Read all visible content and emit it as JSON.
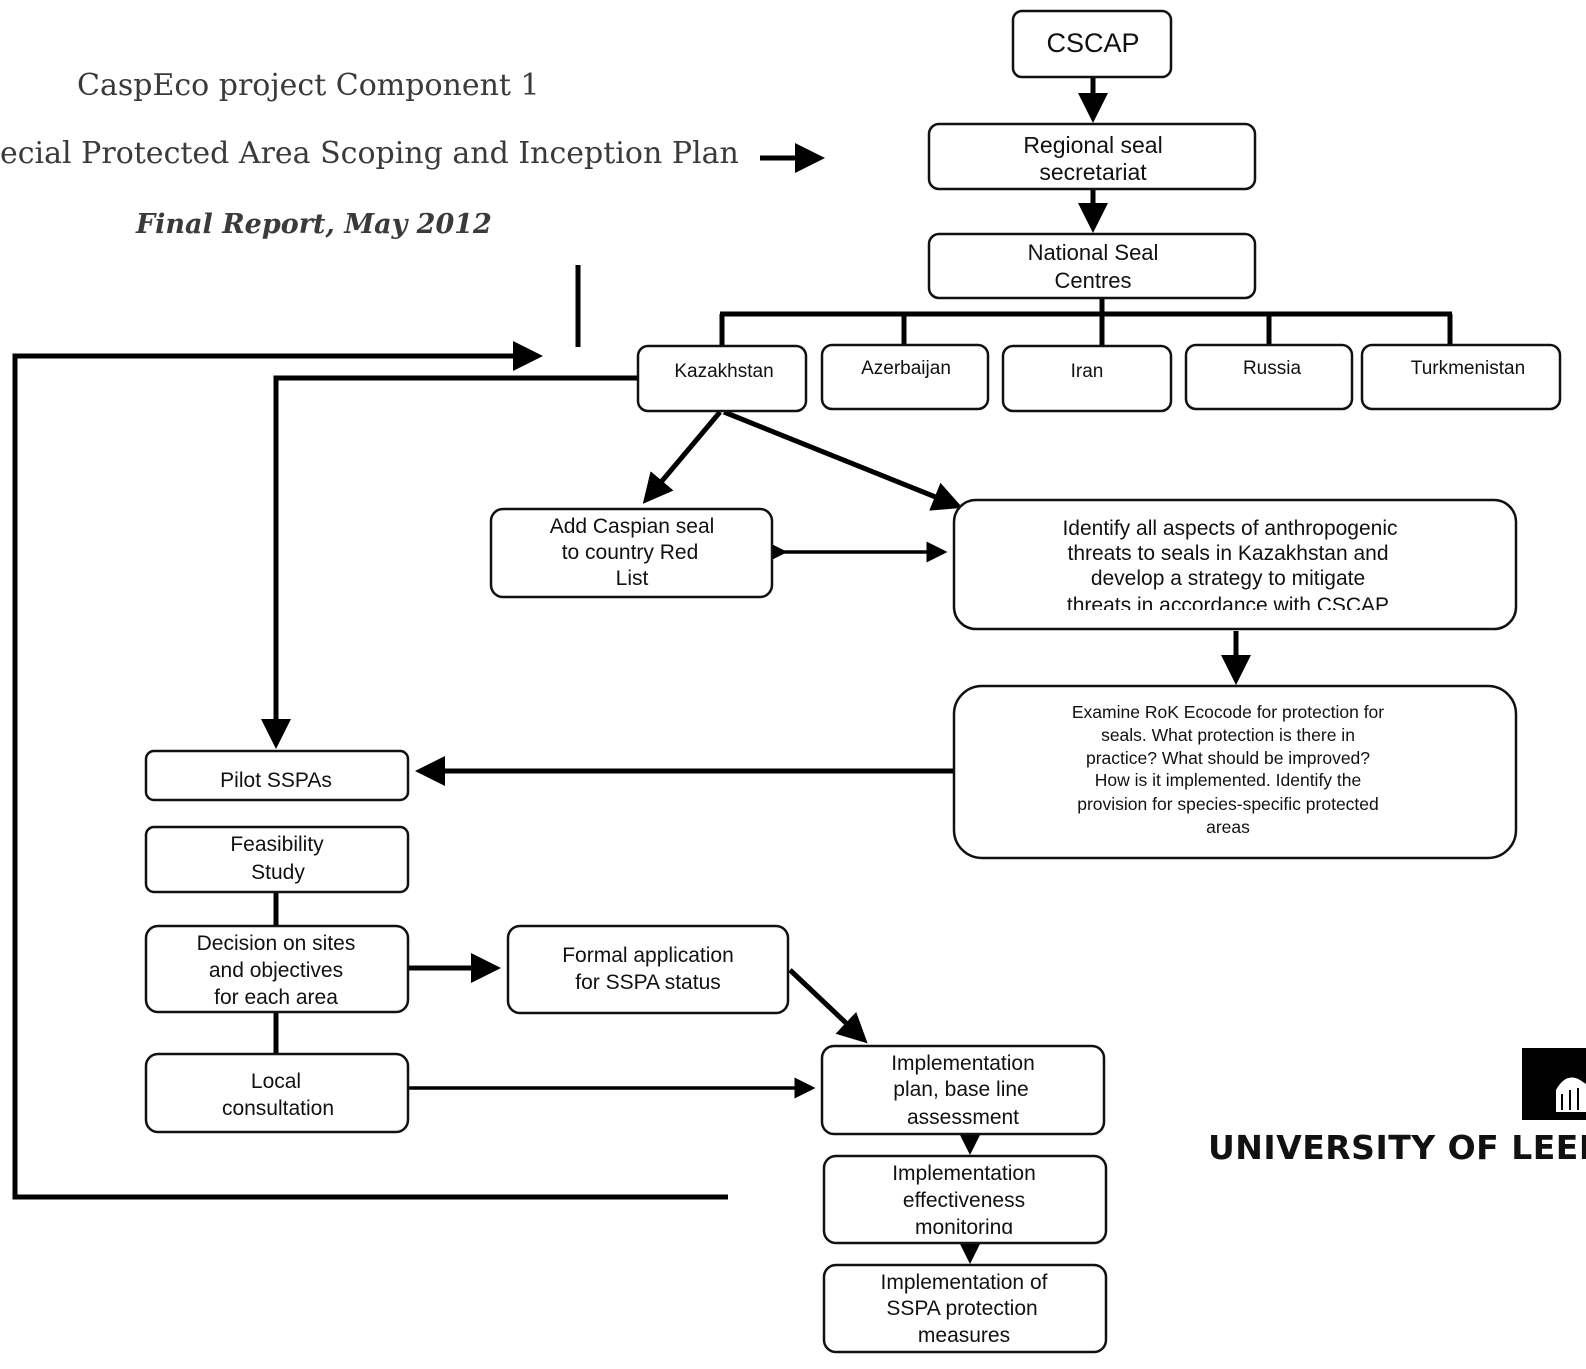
{
  "header": {
    "project": "CaspEco project Component 1",
    "plan": "ecial Protected Area Scoping and Inception Plan",
    "report": "Final Report, May 2012"
  },
  "nodes": {
    "cscap": [
      "CSCAP"
    ],
    "regional": [
      "Regional seal",
      "secretariat"
    ],
    "national": [
      "National Seal",
      "Centres"
    ],
    "kazakhstan": [
      "Kazakhstan"
    ],
    "azerbaijan": [
      "Azerbaijan"
    ],
    "iran": [
      "Iran"
    ],
    "russia": [
      "Russia"
    ],
    "turkmenistan": [
      "Turkmenistan"
    ],
    "redlist": [
      "Add Caspian seal",
      "to country Red",
      "List"
    ],
    "identify": [
      "Identify all aspects of anthropogenic",
      "threats to seals  in Kazakhstan and",
      "develop a strategy to mitigate",
      "threats in accordance with CSCAP"
    ],
    "examine": [
      "Examine RoK Ecocode for protection for",
      "seals. What protection is there in",
      "practice? What should be improved?",
      "How  is it implemented. Identify the",
      "provision for species-specific protected",
      "areas"
    ],
    "pilot": [
      "Pilot SSPAs"
    ],
    "feasibility": [
      "Feasibility",
      "Study"
    ],
    "decision": [
      "Decision on sites",
      "and objectives",
      "for each area"
    ],
    "formal": [
      "Formal application",
      "for SSPA status"
    ],
    "local": [
      "Local",
      "consultation"
    ],
    "impl_plan": [
      "Implementation",
      "plan, base line",
      "assessment"
    ],
    "impl_monitor": [
      "Implementation",
      "effectiveness",
      "monitoring"
    ],
    "impl_measures": [
      "Implementation of",
      "SSPA protection",
      "measures"
    ]
  },
  "logo": {
    "text": "UNIVERSITY OF LEED"
  }
}
